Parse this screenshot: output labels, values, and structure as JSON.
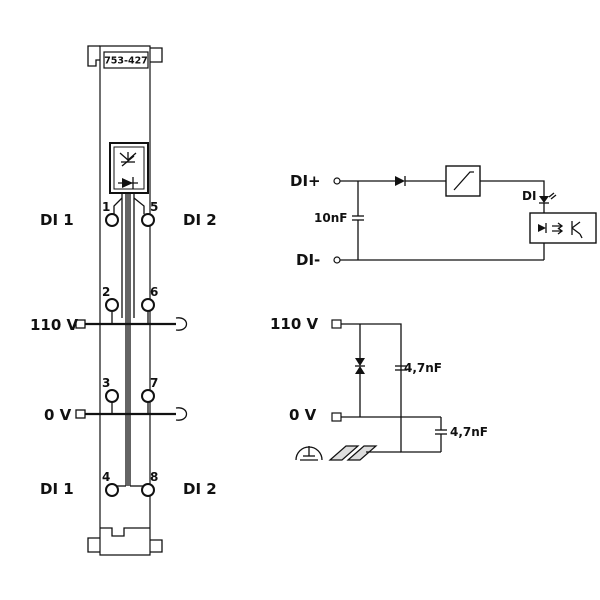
{
  "module": {
    "part_number": "753-427",
    "left_labels": {
      "di1_top": "DI 1",
      "v110": "110 V",
      "v0": "0 V",
      "di1_bottom": "DI 1"
    },
    "right_labels": {
      "di2_top": "DI 2",
      "di2_bottom": "DI 2"
    },
    "terminals": [
      "1",
      "2",
      "3",
      "4",
      "5",
      "6",
      "7",
      "8"
    ]
  },
  "input_circuit": {
    "di_plus": "DI+",
    "di_minus": "DI-",
    "capacitor": "10nF",
    "led_label": "DI"
  },
  "supply_circuit": {
    "v110": "110 V",
    "v0": "0 V",
    "cap1": "4,7nF",
    "cap2": "4,7nF"
  },
  "colors": {
    "line": "#111111",
    "background": "#ffffff"
  }
}
